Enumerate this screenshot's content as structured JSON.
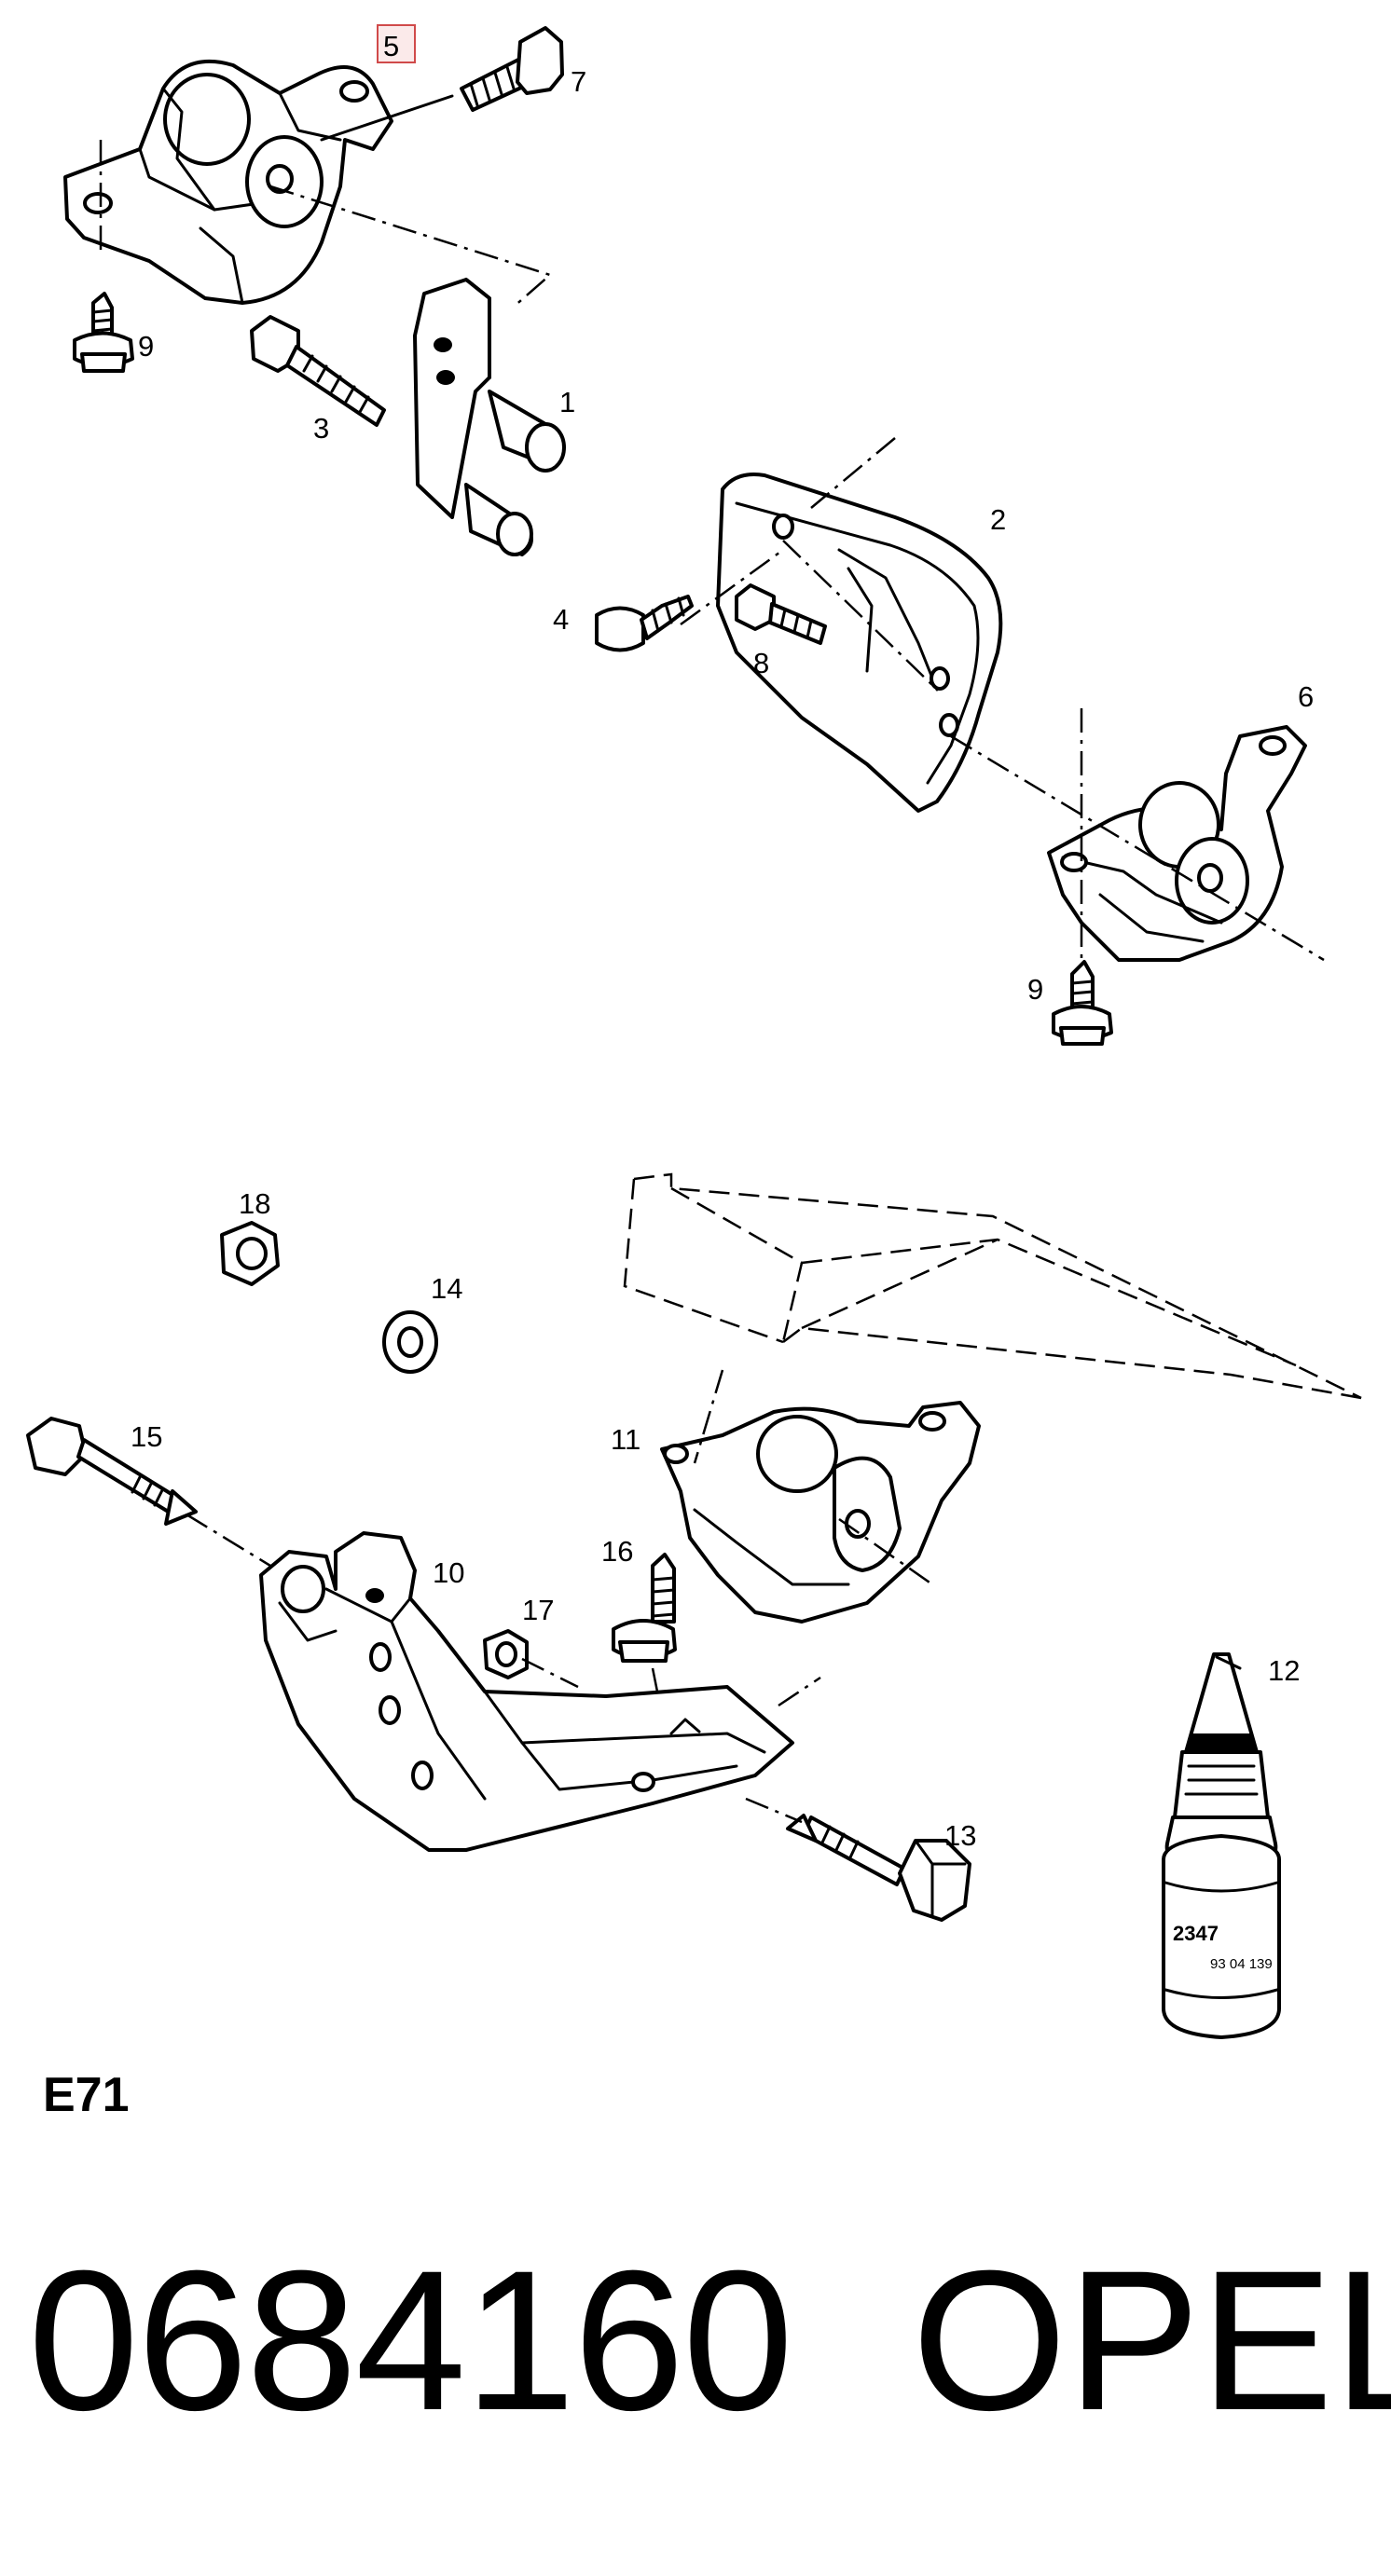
{
  "diagram": {
    "group_code": "E71",
    "highlighted_callout": "5",
    "callouts": {
      "c1": "1",
      "c2": "2",
      "c3": "3",
      "c4": "4",
      "c5": "5",
      "c6": "6",
      "c7": "7",
      "c8": "8",
      "c9a": "9",
      "c9b": "9",
      "c10": "10",
      "c11": "11",
      "c12": "12",
      "c13": "13",
      "c14": "14",
      "c15": "15",
      "c16": "16",
      "c17": "17",
      "c18": "18"
    },
    "bottle_label": "2347",
    "bottle_sublabel": "93 04 139"
  },
  "footer": {
    "part_number": "0684160",
    "brand": "OPEL"
  }
}
